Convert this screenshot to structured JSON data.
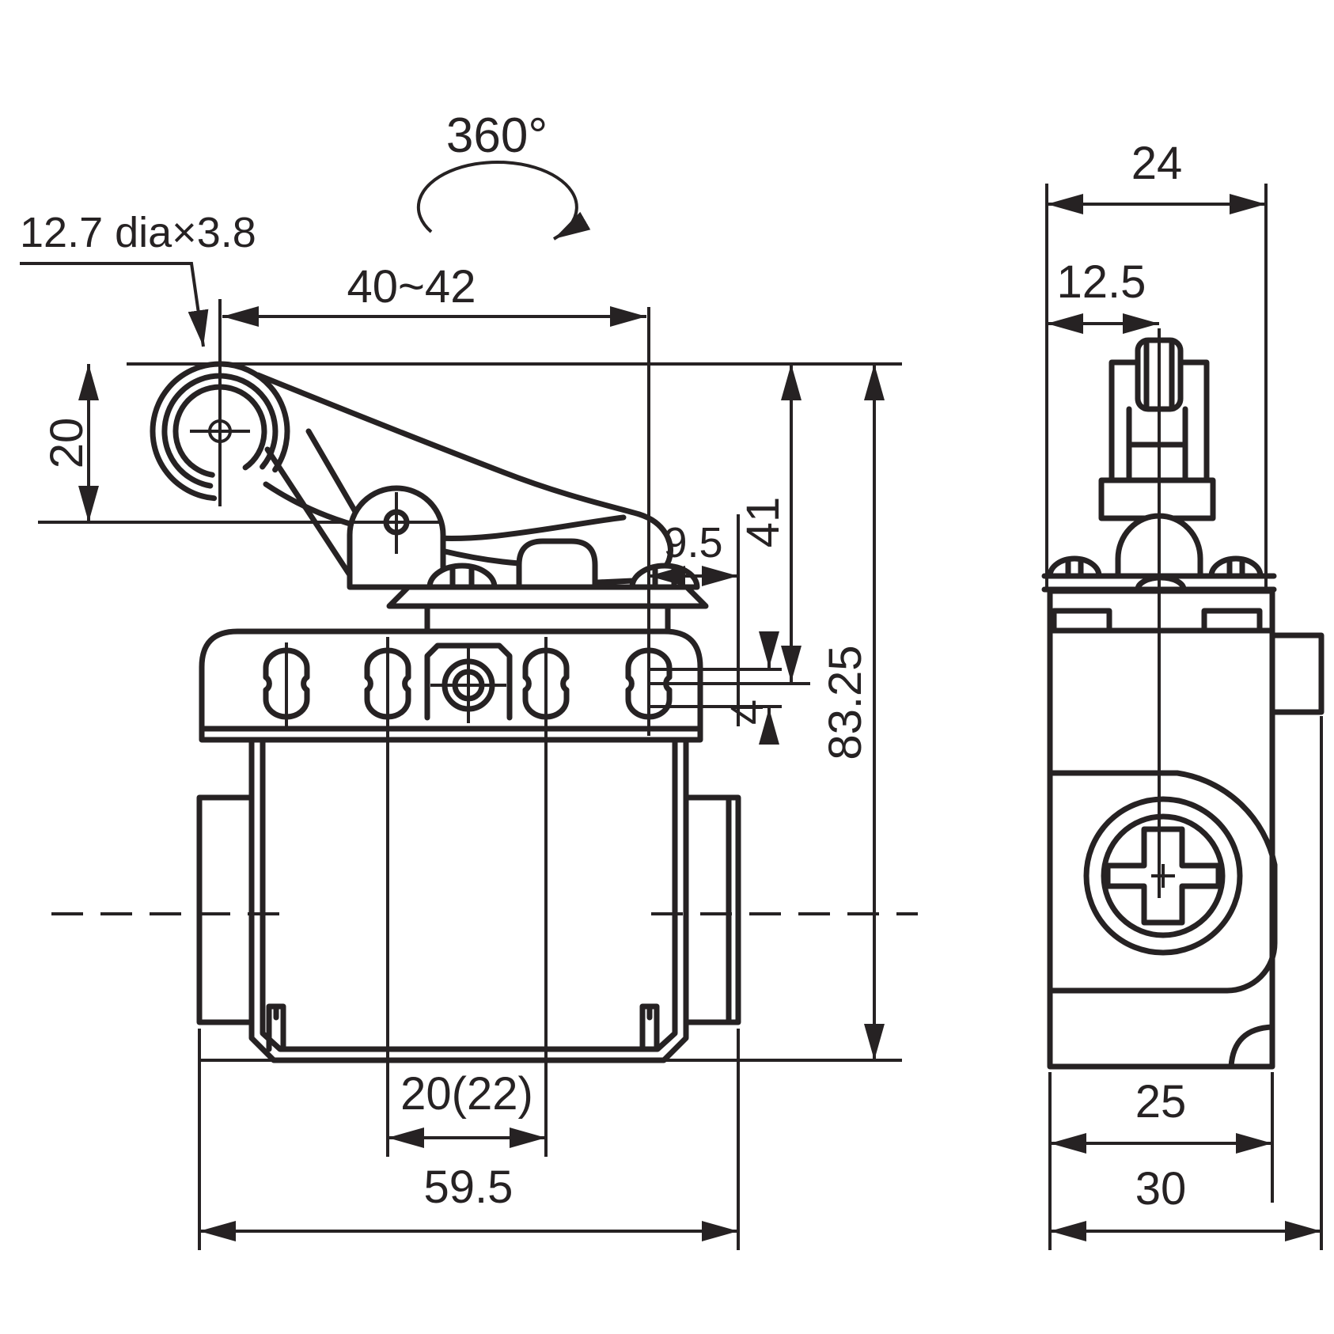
{
  "diagram": {
    "type": "engineering-dimension-drawing",
    "subject": "roller-lever limit switch, front and side orthographic views",
    "units": "mm",
    "colors": {
      "ink": "#262223",
      "background": "#ffffff"
    },
    "front_view": {
      "roller_callout": "12.7 dia×3.8",
      "rotation": "360°",
      "dims": {
        "lever_travel": "40~42",
        "roller_height": "20",
        "head_offset": "9.5",
        "top_to_hole_center": "41",
        "hole_step": "4",
        "overall_height": "83.25",
        "mount_hole_spacing": "20(22)",
        "overall_width": "59.5"
      }
    },
    "side_view": {
      "dims": {
        "head_width": "24",
        "center_offset": "12.5",
        "body_depth": "25",
        "overall_depth": "30"
      }
    }
  }
}
